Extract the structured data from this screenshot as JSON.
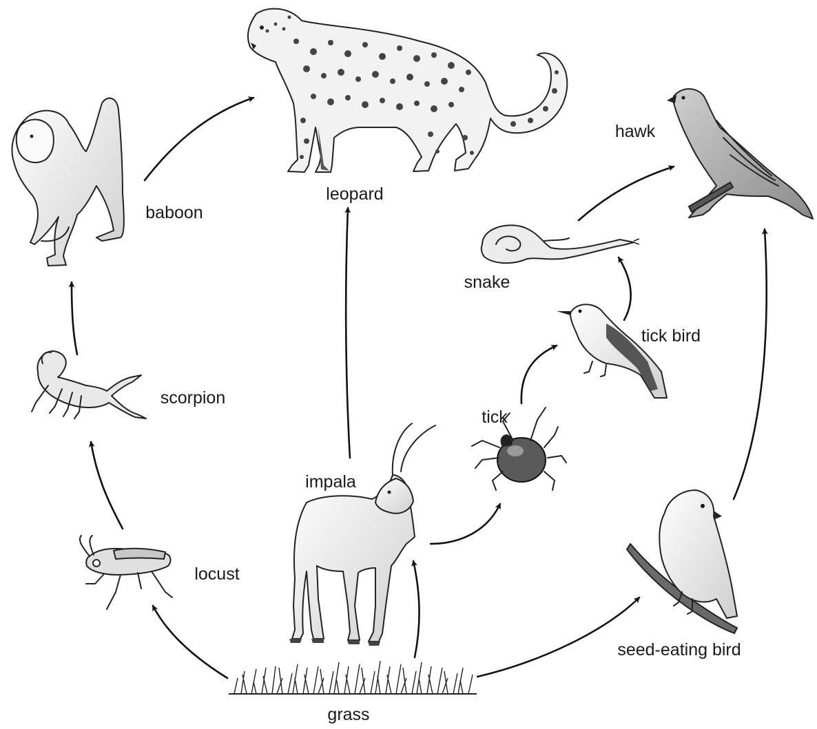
{
  "organisms": {
    "leopard": "leopard",
    "baboon": "baboon",
    "hawk": "hawk",
    "snake": "snake",
    "tick_bird": "tick bird",
    "scorpion": "scorpion",
    "tick": "tick",
    "impala": "impala",
    "locust": "locust",
    "seed_eating_bird": "seed-eating bird",
    "grass": "grass"
  },
  "feeding_links": [
    {
      "from": "grass",
      "to": "locust"
    },
    {
      "from": "grass",
      "to": "impala"
    },
    {
      "from": "grass",
      "to": "seed-eating bird"
    },
    {
      "from": "locust",
      "to": "scorpion"
    },
    {
      "from": "scorpion",
      "to": "baboon"
    },
    {
      "from": "baboon",
      "to": "leopard"
    },
    {
      "from": "impala",
      "to": "leopard"
    },
    {
      "from": "impala",
      "to": "tick"
    },
    {
      "from": "tick",
      "to": "tick bird"
    },
    {
      "from": "tick bird",
      "to": "snake"
    },
    {
      "from": "snake",
      "to": "hawk"
    },
    {
      "from": "seed-eating bird",
      "to": "hawk"
    }
  ],
  "colors": {
    "ink": "#111111",
    "fur": "#e6e6e6",
    "shade": "#9a9a9a"
  }
}
